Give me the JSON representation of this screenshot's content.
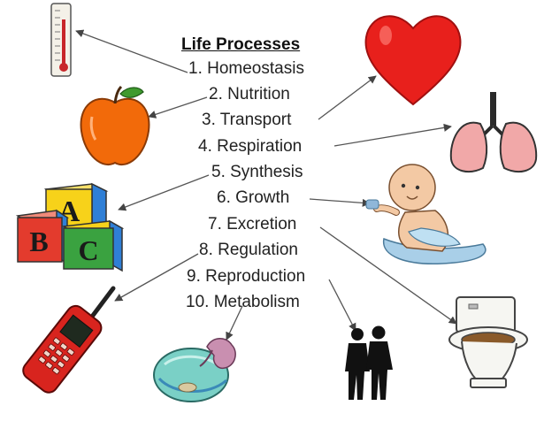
{
  "title": "Life Processes",
  "processes": [
    "1. Homeostasis",
    "2. Nutrition",
    "3. Transport",
    "4. Respiration",
    "5. Synthesis",
    "6. Growth",
    "7. Excretion",
    "8. Regulation",
    "9. Reproduction",
    "10. Metabolism"
  ],
  "illustrations": [
    {
      "process": "1. Homeostasis",
      "icon": "thermometer-icon"
    },
    {
      "process": "2. Nutrition",
      "icon": "apple-icon"
    },
    {
      "process": "3. Transport",
      "icon": "heart-icon"
    },
    {
      "process": "4. Respiration",
      "icon": "lungs-icon"
    },
    {
      "process": "5. Synthesis",
      "icon": "abc-blocks-icon"
    },
    {
      "process": "6. Growth",
      "icon": "baby-icon"
    },
    {
      "process": "7. Excretion",
      "icon": "toilet-icon"
    },
    {
      "process": "8. Regulation",
      "icon": "cell-phone-icon"
    },
    {
      "process": "9. Reproduction",
      "icon": "couple-silhouette-icon"
    },
    {
      "process": "10. Metabolism",
      "icon": "digestion-icon"
    }
  ],
  "colors": {
    "heart": "#e8201c",
    "apple": "#f26a0a",
    "lungs": "#f1a8a8",
    "phone": "#d8241e",
    "block_blue": "#2f7fd6",
    "block_yellow": "#f7d21a",
    "block_red": "#e33b2d",
    "block_green": "#3aa240",
    "arrow": "#555555"
  },
  "blocks": [
    "A",
    "B",
    "C"
  ]
}
